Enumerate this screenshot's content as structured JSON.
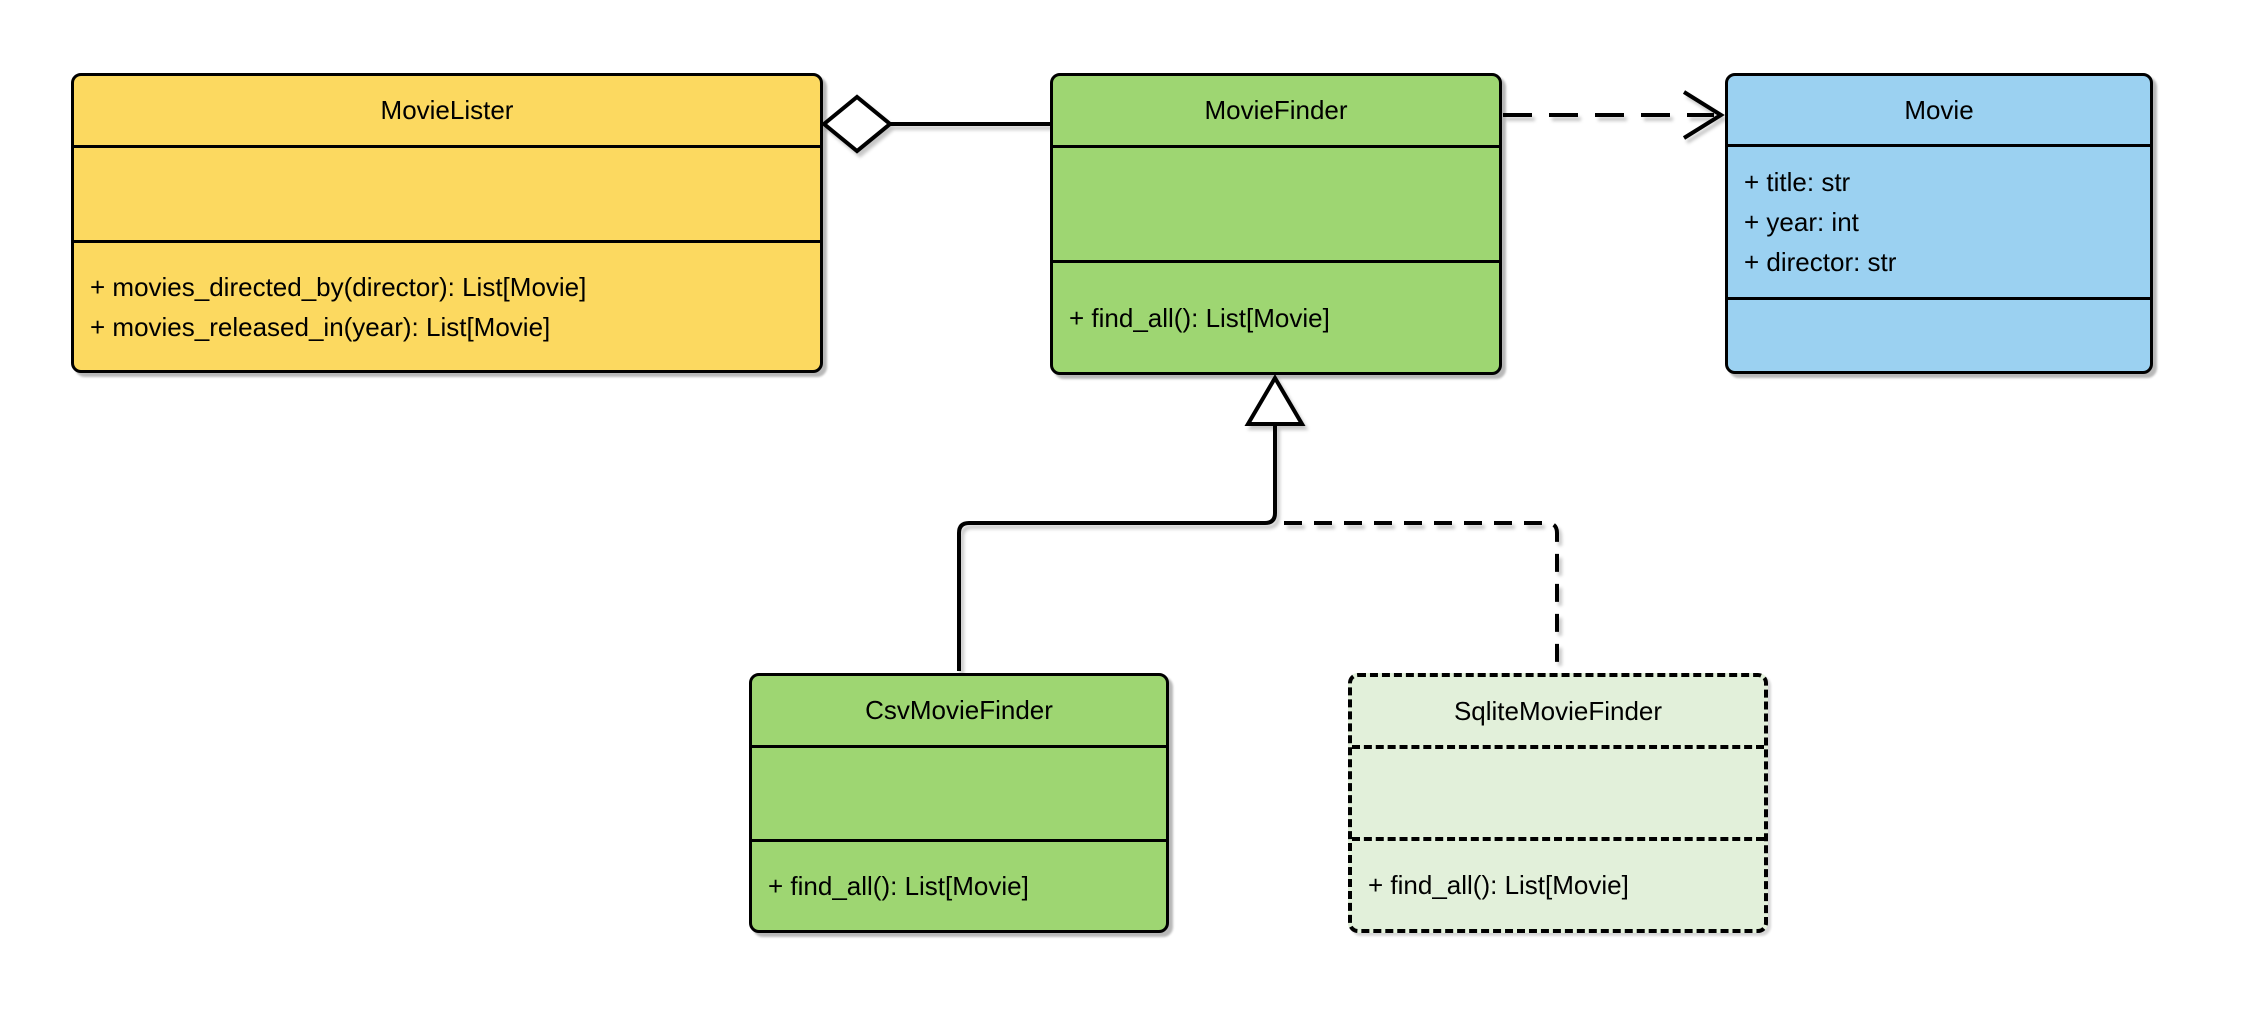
{
  "diagram": {
    "kind": "uml-class-diagram",
    "background_color": "#ffffff",
    "stroke_color": "#000000"
  },
  "classes": [
    {
      "name": "MovieLister",
      "fill": "#FCD960",
      "border_style": "solid",
      "attributes": [],
      "methods": [
        "+ movies_directed_by(director): List[Movie]",
        "+ movies_released_in(year): List[Movie]"
      ]
    },
    {
      "name": "MovieFinder",
      "fill": "#9ED672",
      "border_style": "solid",
      "attributes": [],
      "methods": [
        "+ find_all(): List[Movie]"
      ]
    },
    {
      "name": "Movie",
      "fill": "#9BD1F1",
      "border_style": "solid",
      "attributes": [
        "+ title: str",
        "+ year: int",
        "+ director: str"
      ],
      "methods": []
    },
    {
      "name": "CsvMovieFinder",
      "fill": "#9ED672",
      "border_style": "solid",
      "attributes": [],
      "methods": [
        "+ find_all(): List[Movie]"
      ]
    },
    {
      "name": "SqliteMovieFinder",
      "fill": "#E2F0DA",
      "border_style": "dashed",
      "attributes": [],
      "methods": [
        "+ find_all(): List[Movie]"
      ]
    }
  ],
  "relationships": [
    {
      "type": "aggregation",
      "from": "MovieLister",
      "to": "MovieFinder",
      "line": "solid",
      "marker": "hollow-diamond"
    },
    {
      "type": "dependency",
      "from": "MovieFinder",
      "to": "Movie",
      "line": "dashed",
      "marker": "open-arrow"
    },
    {
      "type": "inheritance",
      "from": "CsvMovieFinder",
      "to": "MovieFinder",
      "line": "solid",
      "marker": "hollow-triangle"
    },
    {
      "type": "inheritance",
      "from": "SqliteMovieFinder",
      "to": "MovieFinder",
      "line": "dashed",
      "marker": "hollow-triangle"
    }
  ]
}
